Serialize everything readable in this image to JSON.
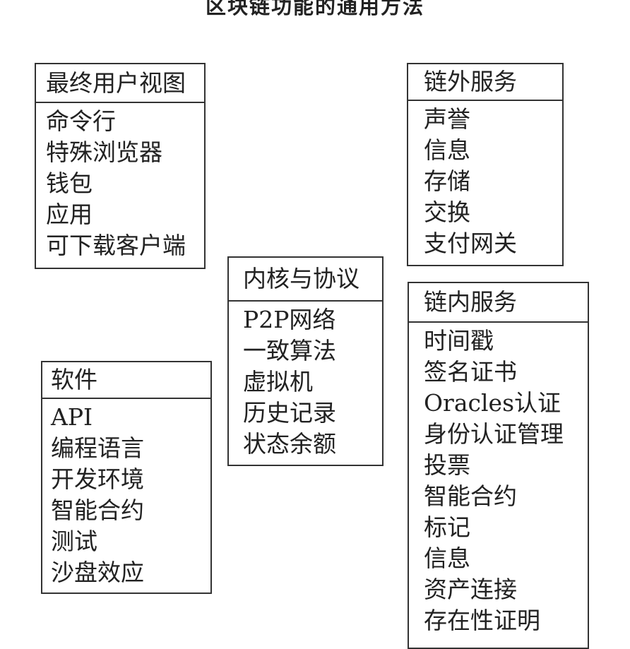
{
  "title": "区块链功能的通用方法",
  "boxes": {
    "user": {
      "title": "最终用户视图",
      "items": [
        "命令行",
        "特殊浏览器",
        "钱包",
        "应用",
        "可下载客户端"
      ]
    },
    "off": {
      "title": "链外服务",
      "items": [
        "声誉",
        "信息",
        "存储",
        "交换",
        "支付网关"
      ]
    },
    "core": {
      "title": "内核与协议",
      "items": [
        "P2P网络",
        "一致算法",
        "虚拟机",
        "历史记录",
        "状态余额"
      ]
    },
    "on": {
      "title": "链内服务",
      "items": [
        "时间戳",
        "签名证书",
        "Oracles认证",
        "身份认证管理",
        "投票",
        "智能合约",
        "标记",
        "信息",
        "资产连接",
        "存在性证明"
      ]
    },
    "sw": {
      "title": "软件",
      "items": [
        "API",
        "编程语言",
        "开发环境",
        "智能合约",
        "测试",
        "沙盘效应"
      ]
    }
  }
}
